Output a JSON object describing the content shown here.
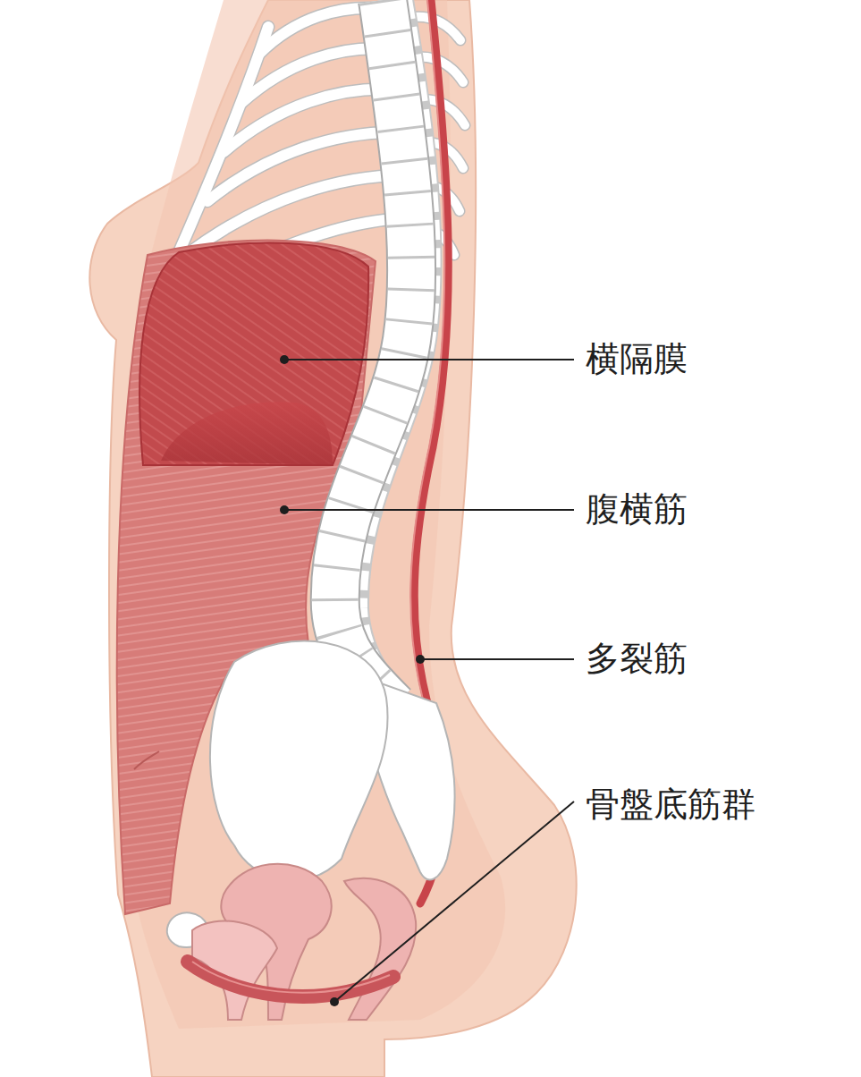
{
  "diagram": {
    "labels": [
      "横隔膜",
      "腹横筋",
      "多裂筋",
      "骨盤底筋群"
    ]
  }
}
